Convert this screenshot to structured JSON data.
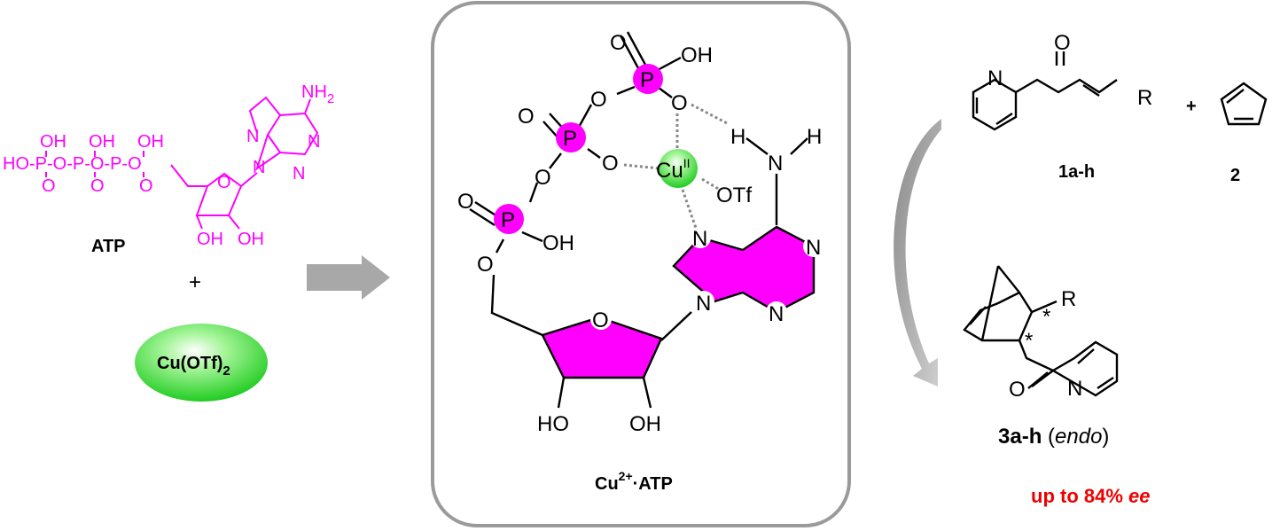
{
  "left": {
    "atp_label": "ATP",
    "atp_chain": "HO-P-O-P-O-P-O",
    "oh_top": "OH",
    "o_bottom": "O",
    "amine_nh2": "NH",
    "amine_sub": "2",
    "ring_n": "N",
    "sugar_oh": "OH",
    "sugar_o": "O",
    "plus": "+",
    "copper_salt": "Cu(OTf)",
    "copper_salt_sub": "2",
    "atp_color": "#ff00ff",
    "copper_color": "#33dd33"
  },
  "center": {
    "complex_caption": "Cu",
    "complex_caption_sup": "2+",
    "complex_caption_rest": "·ATP",
    "phosphorus": "P",
    "oxygen": "O",
    "hydroxyl": "OH",
    "copper": "Cu",
    "copper_ox": "II",
    "triflate": "OTf",
    "hydrogen": "H",
    "nitrogen": "N",
    "diol_left": "HO",
    "diol_right": "OH"
  },
  "right": {
    "substrate_label": "1a-h",
    "diene_label": "2",
    "plus": "+",
    "r_group": "R",
    "pyridine_n": "N",
    "carbonyl_o": "O",
    "product_label": "3a-h",
    "product_stereo": "endo",
    "stereo_marker": "*",
    "ee_text": "up to 84% ",
    "ee_unit": "ee",
    "ee_color": "#ee0000"
  }
}
